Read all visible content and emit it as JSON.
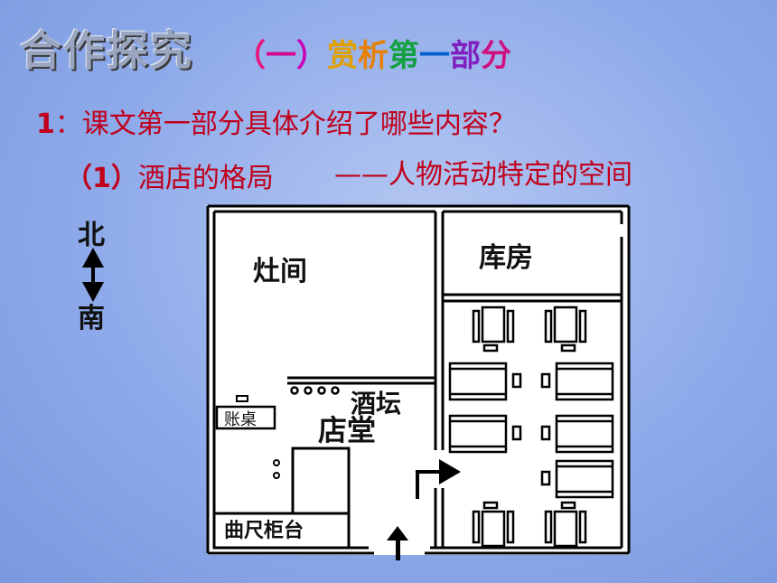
{
  "title": {
    "main": "合作探究",
    "sub_chars": [
      {
        "ch": "（",
        "color": "#e8157a"
      },
      {
        "ch": "一",
        "color": "#d6008f"
      },
      {
        "ch": "）",
        "color": "#c900b8"
      },
      {
        "ch": "赏",
        "color": "#e0a000"
      },
      {
        "ch": "析",
        "color": "#e88000"
      },
      {
        "ch": "第",
        "color": "#12a040"
      },
      {
        "ch": "一",
        "color": "#0060d0"
      },
      {
        "ch": "部",
        "color": "#8020c0"
      },
      {
        "ch": "分",
        "color": "#d01080"
      }
    ]
  },
  "question": {
    "num": "1",
    "text": "：课文第一部分具体介绍了哪些内容？"
  },
  "point1": {
    "num": "（1）",
    "text": "酒店的格局",
    "dash": "——",
    "desc": "人物活动特定的空间"
  },
  "compass": {
    "north": "北",
    "south": "南"
  },
  "plan": {
    "kitchen": "灶间",
    "storage": "库房",
    "wine_jars": "酒坛",
    "hall": "店堂",
    "ledger_desk": "账桌",
    "counter": "曲尺柜台"
  },
  "colors": {
    "accent_red": "#c0001b",
    "background": "#8eaaea"
  }
}
